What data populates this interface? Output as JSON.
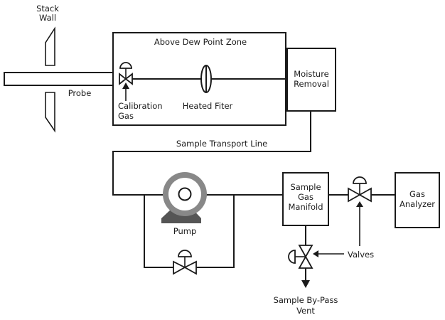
{
  "labels": {
    "stack_wall_line1": "Stack",
    "stack_wall_line2": "Wall",
    "probe": "Probe",
    "zone": "Above Dew Point Zone",
    "calibration_line1": "Calibration",
    "calibration_line2": "Gas",
    "heated_filter": "Heated Fiter",
    "moisture_line1": "Moisture",
    "moisture_line2": "Removal",
    "transport_line": "Sample Transport Line",
    "pump": "Pump",
    "manifold_line1": "Sample",
    "manifold_line2": "Gas",
    "manifold_line3": "Manifold",
    "analyzer_line1": "Gas",
    "analyzer_line2": "Analyzer",
    "valves": "Valves",
    "vent_line1": "Sample By-Pass",
    "vent_line2": "Vent"
  },
  "colors": {
    "ink": "#1a1a1a",
    "pump_ring": "#888888",
    "pump_base": "#555555"
  }
}
